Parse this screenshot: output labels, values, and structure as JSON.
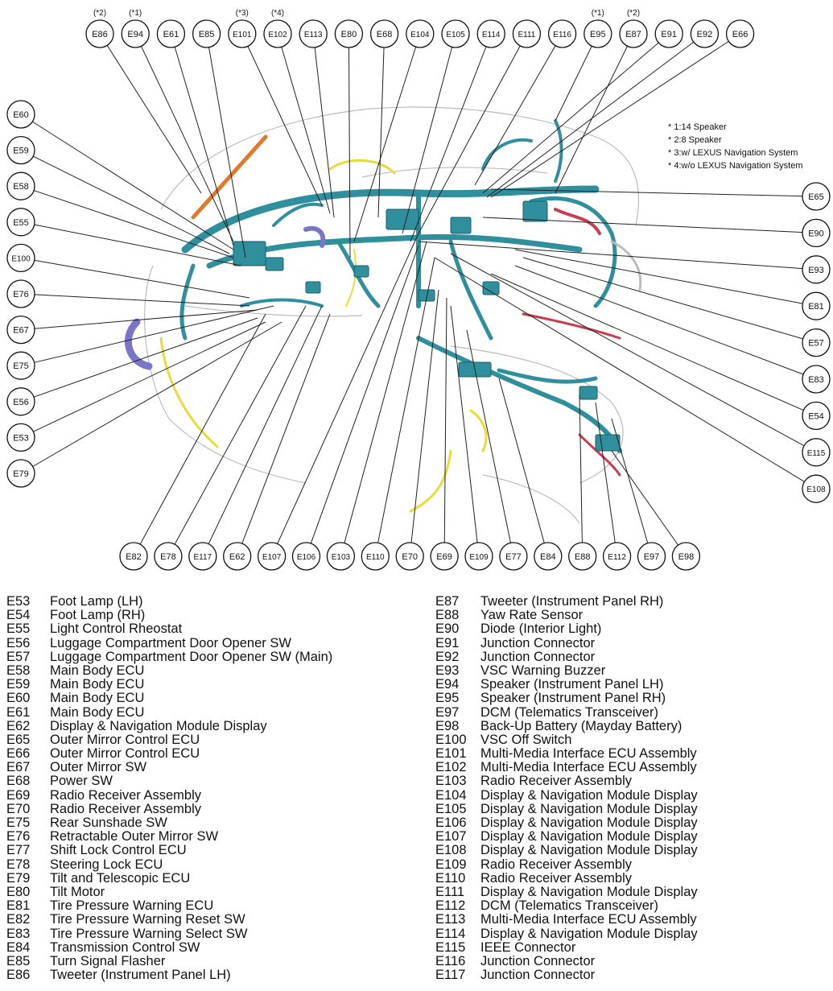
{
  "diagram": {
    "top_connectors": [
      {
        "code": "E86",
        "note": "(*2)"
      },
      {
        "code": "E94",
        "note": "(*1)"
      },
      {
        "code": "E61",
        "note": ""
      },
      {
        "code": "E85",
        "note": ""
      },
      {
        "code": "E101",
        "note": "(*3)"
      },
      {
        "code": "E102",
        "note": "(*4)"
      },
      {
        "code": "E113",
        "note": ""
      },
      {
        "code": "E80",
        "note": ""
      },
      {
        "code": "E68",
        "note": ""
      },
      {
        "code": "E104",
        "note": ""
      },
      {
        "code": "E105",
        "note": ""
      },
      {
        "code": "E114",
        "note": ""
      },
      {
        "code": "E111",
        "note": ""
      },
      {
        "code": "E116",
        "note": ""
      },
      {
        "code": "E95",
        "note": "(*1)"
      },
      {
        "code": "E87",
        "note": "(*2)"
      },
      {
        "code": "E91",
        "note": ""
      },
      {
        "code": "E92",
        "note": ""
      },
      {
        "code": "E66",
        "note": ""
      }
    ],
    "left_connectors": [
      "E60",
      "E59",
      "E58",
      "E55",
      "E100",
      "E76",
      "E67",
      "E75",
      "E56",
      "E53",
      "E79"
    ],
    "right_connectors": [
      "E65",
      "E90",
      "E93",
      "E81",
      "E57",
      "E83",
      "E54",
      "E115",
      "E108"
    ],
    "bottom_connectors": [
      "E82",
      "E78",
      "E117",
      "E62",
      "E107",
      "E106",
      "E103",
      "E110",
      "E70",
      "E69",
      "E109",
      "E77",
      "E84",
      "E88",
      "E112",
      "E97",
      "E98"
    ],
    "notes": [
      "* 1:14 Speaker",
      "* 2:8 Speaker",
      "* 3:w/ LEXUS Navigation System",
      "* 4:w/o LEXUS Navigation System"
    ],
    "harness_colors": {
      "main": "#2f8f9c",
      "main_dark": "#1c5e6a",
      "yellow": "#e8dc3a",
      "purple": "#7a75c9",
      "red": "#c83c50",
      "orange": "#e07a2a",
      "grey": "#b9bcc0"
    }
  },
  "legend_left": [
    {
      "code": "E53",
      "name": "Foot Lamp (LH)"
    },
    {
      "code": "E54",
      "name": "Foot Lamp (RH)"
    },
    {
      "code": "E55",
      "name": "Light Control Rheostat"
    },
    {
      "code": "E56",
      "name": "Luggage Compartment Door Opener SW"
    },
    {
      "code": "E57",
      "name": "Luggage Compartment Door Opener SW (Main)"
    },
    {
      "code": "E58",
      "name": "Main Body ECU"
    },
    {
      "code": "E59",
      "name": "Main Body ECU"
    },
    {
      "code": "E60",
      "name": "Main Body ECU"
    },
    {
      "code": "E61",
      "name": "Main Body ECU"
    },
    {
      "code": "E62",
      "name": "Display & Navigation Module Display"
    },
    {
      "code": "E65",
      "name": "Outer Mirror Control ECU"
    },
    {
      "code": "E66",
      "name": "Outer Mirror Control ECU"
    },
    {
      "code": "E67",
      "name": "Outer Mirror SW"
    },
    {
      "code": "E68",
      "name": "Power SW"
    },
    {
      "code": "E69",
      "name": "Radio Receiver Assembly"
    },
    {
      "code": "E70",
      "name": "Radio Receiver Assembly"
    },
    {
      "code": "E75",
      "name": "Rear Sunshade SW"
    },
    {
      "code": "E76",
      "name": "Retractable Outer Mirror SW"
    },
    {
      "code": "E77",
      "name": "Shift Lock Control ECU"
    },
    {
      "code": "E78",
      "name": "Steering Lock ECU"
    },
    {
      "code": "E79",
      "name": "Tilt and Telescopic ECU"
    },
    {
      "code": "E80",
      "name": "Tilt Motor"
    },
    {
      "code": "E81",
      "name": "Tire Pressure Warning ECU"
    },
    {
      "code": "E82",
      "name": "Tire Pressure Warning Reset SW"
    },
    {
      "code": "E83",
      "name": "Tire Pressure Warning Select SW"
    },
    {
      "code": "E84",
      "name": "Transmission Control SW"
    },
    {
      "code": "E85",
      "name": "Turn Signal Flasher"
    },
    {
      "code": "E86",
      "name": "Tweeter (Instrument Panel LH)"
    }
  ],
  "legend_right": [
    {
      "code": "E87",
      "name": "Tweeter (Instrument Panel RH)"
    },
    {
      "code": "E88",
      "name": "Yaw Rate Sensor"
    },
    {
      "code": "E90",
      "name": "Diode (Interior Light)"
    },
    {
      "code": "E91",
      "name": "Junction Connector"
    },
    {
      "code": "E92",
      "name": "Junction Connector"
    },
    {
      "code": "E93",
      "name": "VSC Warning Buzzer"
    },
    {
      "code": "E94",
      "name": "Speaker (Instrument Panel LH)"
    },
    {
      "code": "E95",
      "name": "Speaker (Instrument Panel RH)"
    },
    {
      "code": "E97",
      "name": "DCM (Telematics Transceiver)"
    },
    {
      "code": "E98",
      "name": "Back-Up Battery (Mayday Battery)"
    },
    {
      "code": "E100",
      "name": "VSC Off Switch"
    },
    {
      "code": "E101",
      "name": "Multi-Media Interface ECU Assembly"
    },
    {
      "code": "E102",
      "name": "Multi-Media Interface ECU Assembly"
    },
    {
      "code": "E103",
      "name": "Radio Receiver Assembly"
    },
    {
      "code": "E104",
      "name": "Display & Navigation Module Display"
    },
    {
      "code": "E105",
      "name": "Display & Navigation Module Display"
    },
    {
      "code": "E106",
      "name": "Display & Navigation Module Display"
    },
    {
      "code": "E107",
      "name": "Display & Navigation Module Display"
    },
    {
      "code": "E108",
      "name": "Display & Navigation Module Display"
    },
    {
      "code": "E109",
      "name": "Radio Receiver Assembly"
    },
    {
      "code": "E110",
      "name": "Radio Receiver Assembly"
    },
    {
      "code": "E111",
      "name": "Display & Navigation Module Display"
    },
    {
      "code": "E112",
      "name": "DCM (Telematics Transceiver)"
    },
    {
      "code": "E113",
      "name": "Multi-Media Interface ECU Assembly"
    },
    {
      "code": "E114",
      "name": "Display & Navigation Module Display"
    },
    {
      "code": "E115",
      "name": "IEEE Connector"
    },
    {
      "code": "E116",
      "name": "Junction Connector"
    },
    {
      "code": "E117",
      "name": "Junction Connector"
    }
  ]
}
